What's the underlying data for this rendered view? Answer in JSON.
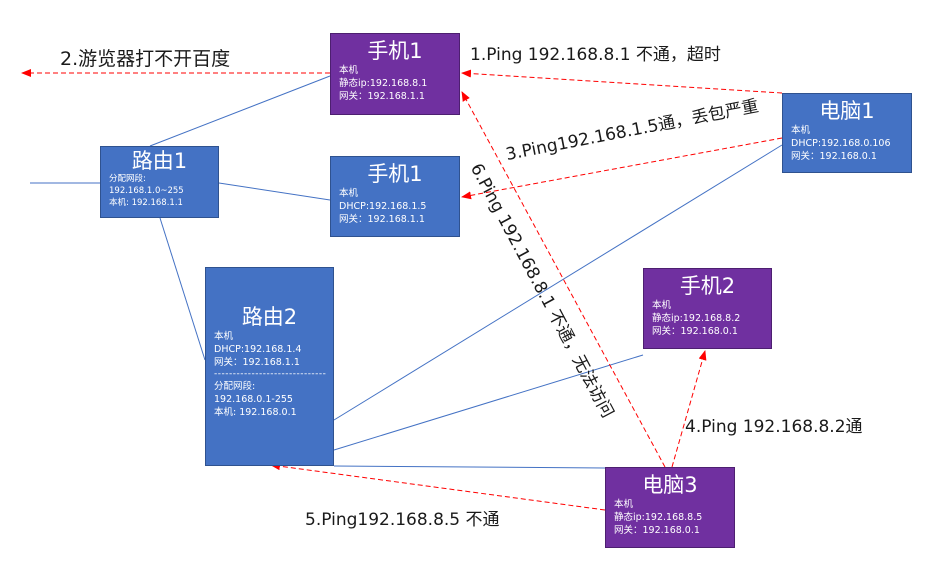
{
  "nodes": {
    "phone1_static": {
      "title": "手机1",
      "lines": [
        "本机",
        "静态ip:192.168.8.1",
        "网关：192.168.1.1"
      ]
    },
    "phone1_dhcp": {
      "title": "手机1",
      "lines": [
        "本机",
        "DHCP:192.168.1.5",
        "网关：192.168.1.1"
      ]
    },
    "router1": {
      "title": "路由1",
      "lines": [
        "分配网段:",
        "192.168.1.0~255",
        "本机:  192.168.1.1"
      ]
    },
    "router2": {
      "title": "路由2",
      "lines": [
        "本机",
        "DHCP:192.168.1.4",
        "网关：192.168.1.1"
      ],
      "divider": "------------------------------",
      "lines2": [
        "分配网段:",
        "192.168.0.1-255",
        "本机: 192.168.0.1"
      ]
    },
    "pc1": {
      "title": "电脑1",
      "lines": [
        "本机",
        "DHCP:192.168.0.106",
        "网关：192.168.0.1"
      ]
    },
    "phone2": {
      "title": "手机2",
      "lines": [
        "本机",
        "静态ip:192.168.8.2",
        "网关：192.168.0.1"
      ]
    },
    "pc3": {
      "title": "电脑3",
      "lines": [
        "本机",
        "静态ip:192.168.8.5",
        "网关：192.168.0.1"
      ]
    }
  },
  "annotations": {
    "a1": "1.Ping 192.168.8.1  不通，超时",
    "a2": "2.游览器打不开百度",
    "a3": "3.Ping192.168.1.5通，丢包严重",
    "a4": "4.Ping 192.168.8.2通",
    "a5": "5.Ping192.168.8.5 不通",
    "a6": "6.Ping 192.168.8.1  不通，无法访问"
  },
  "colors": {
    "node_blue": "#4472c4",
    "node_purple": "#7030a0",
    "wire": "#4472c4",
    "arrow": "#ff0000"
  }
}
